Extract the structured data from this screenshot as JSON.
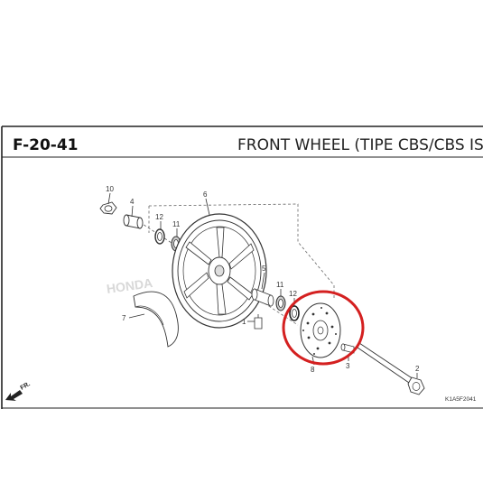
{
  "header": {
    "code": "F-20-41",
    "title": "FRONT WHEEL (TIPE CBS/CBS IS"
  },
  "watermark": "HONDA",
  "parts": {
    "p1": "1",
    "p2": "2",
    "p3": "3",
    "p4": "4",
    "p5": "5",
    "p6": "6",
    "p7": "7",
    "p8": "8",
    "p10": "10",
    "p11a": "11",
    "p11b": "11",
    "p12a": "12",
    "p12b": "12"
  },
  "direction": "FR.",
  "figure_code": "K1A5F2041",
  "colors": {
    "highlight": "#d42020",
    "line": "#333333",
    "frame": "#222222"
  }
}
